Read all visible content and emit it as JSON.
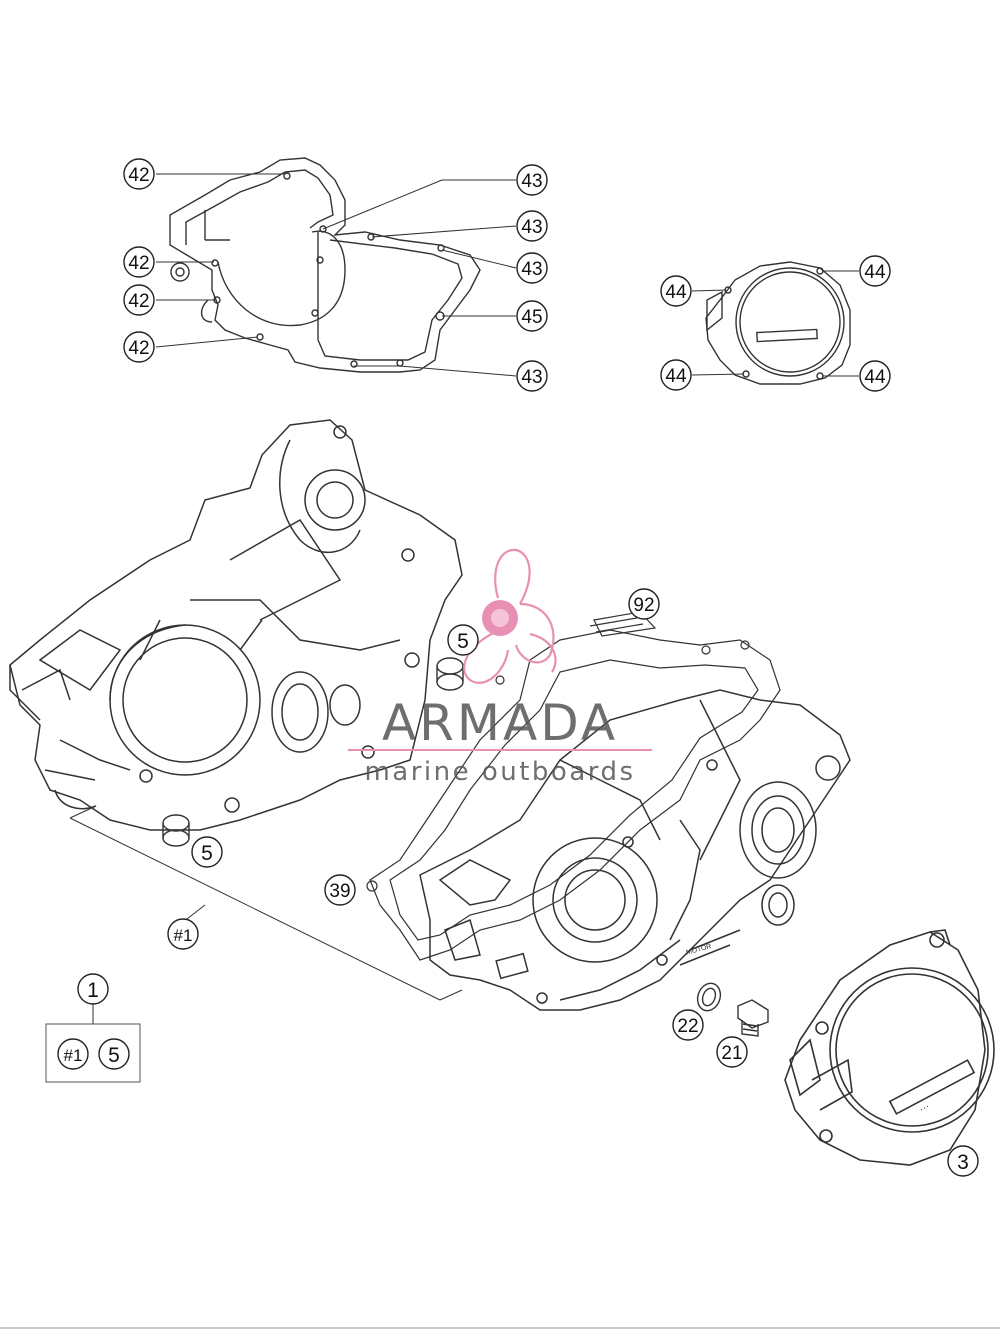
{
  "watermark": {
    "title": "ARMADA",
    "subtitle": "marine outboards",
    "accent_color": "#e890b4"
  },
  "callouts": {
    "c42a": "42",
    "c42b": "42",
    "c42c": "42",
    "c42d": "42",
    "c43a": "43",
    "c43b": "43",
    "c43c": "43",
    "c43d": "43",
    "c45": "45",
    "c44a": "44",
    "c44b": "44",
    "c44c": "44",
    "c44d": "44",
    "c92": "92",
    "c5a": "5",
    "c5b": "5",
    "c5c": "5",
    "c39": "39",
    "c1a": "#1",
    "c1b": "#1",
    "c1": "1",
    "c22": "22",
    "c21": "21",
    "c3": "3"
  },
  "part_labels": {
    "cover_logo": "···",
    "case_mark": "MOTOR"
  }
}
